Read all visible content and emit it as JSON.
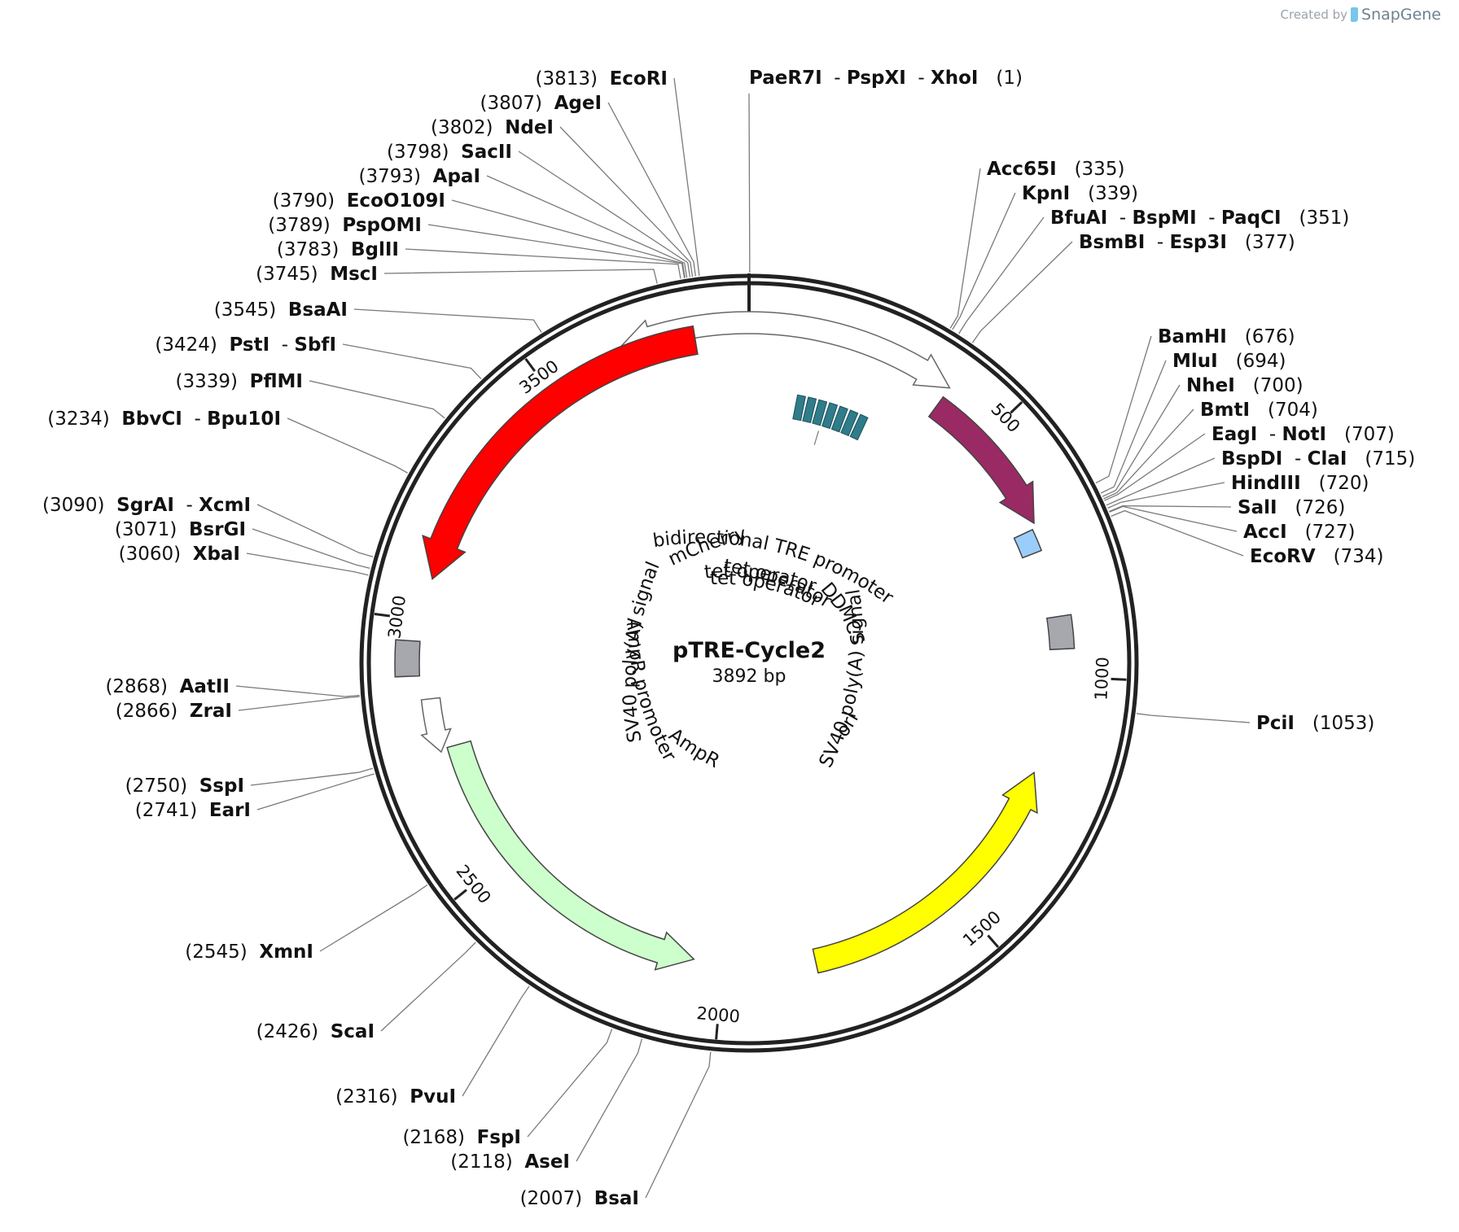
{
  "credit": {
    "prefix": "Created by",
    "brand": "SnapGene"
  },
  "plasmid": {
    "name": "pTRE-Cycle2",
    "length_label": "3892 bp",
    "length": 3892
  },
  "ticks": [
    {
      "pos": 500,
      "label": "500"
    },
    {
      "pos": 1000,
      "label": "1000"
    },
    {
      "pos": 1500,
      "label": "1500"
    },
    {
      "pos": 2000,
      "label": "2000"
    },
    {
      "pos": 2500,
      "label": "2500"
    },
    {
      "pos": 3000,
      "label": "3000"
    },
    {
      "pos": 3500,
      "label": "3500"
    }
  ],
  "features": [
    {
      "name": "bidirectional TRE promoter",
      "start": 3650,
      "end": 390,
      "type": "promoter",
      "direction": "both",
      "color": "#ffffff"
    },
    {
      "name": "DD",
      "start": 390,
      "end": 690,
      "type": "cds",
      "direction": "forward",
      "color": "#9a2a63"
    },
    {
      "name": "MCS",
      "start": 700,
      "end": 745,
      "type": "box",
      "color": "#9acdfa"
    },
    {
      "name": "SV40 poly(A) signal",
      "start": 880,
      "end": 945,
      "type": "box",
      "color": "#a6a8ad"
    },
    {
      "name": "ori",
      "start": 1200,
      "end": 1810,
      "type": "cds",
      "direction": "reverse",
      "color": "#ffff00"
    },
    {
      "name": "AmpR",
      "start": 2060,
      "end": 2750,
      "type": "cds",
      "direction": "reverse",
      "color": "#ccffcc"
    },
    {
      "name": "AmpR promoter",
      "start": 2745,
      "end": 2850,
      "type": "promoter",
      "direction": "reverse",
      "color": "#ffffff"
    },
    {
      "name": "SV40 poly(A) signal",
      "start": 2895,
      "end": 2960,
      "type": "box",
      "color": "#a6a8ad"
    },
    {
      "name": "mCherry",
      "start": 3080,
      "end": 3790,
      "type": "cds",
      "direction": "reverse",
      "color": "#ff0000"
    }
  ],
  "tet_operators": {
    "start": 120,
    "end": 270,
    "count": 7,
    "color": "#2f7c8a",
    "labels": [
      "tet operator",
      "tet operator",
      "tet operator"
    ]
  },
  "sites": [
    {
      "group": [
        {
          "name": "PaeR7I"
        },
        {
          "name": "PspXI"
        },
        {
          "name": "XhoI"
        }
      ],
      "pos_label": "(1)",
      "pos": 1
    },
    {
      "group": [
        {
          "name": "Acc65I"
        }
      ],
      "pos_label": "(335)",
      "pos": 335
    },
    {
      "group": [
        {
          "name": "KpnI"
        }
      ],
      "pos_label": "(339)",
      "pos": 339
    },
    {
      "group": [
        {
          "name": "BfuAI"
        },
        {
          "name": "BspMI"
        },
        {
          "name": "PaqCI"
        }
      ],
      "pos_label": "(351)",
      "pos": 351
    },
    {
      "group": [
        {
          "name": "BsmBI"
        },
        {
          "name": "Esp3I"
        }
      ],
      "pos_label": "(377)",
      "pos": 377
    },
    {
      "group": [
        {
          "name": "BamHI"
        }
      ],
      "pos_label": "(676)",
      "pos": 676
    },
    {
      "group": [
        {
          "name": "MluI"
        }
      ],
      "pos_label": "(694)",
      "pos": 694
    },
    {
      "group": [
        {
          "name": "NheI"
        }
      ],
      "pos_label": "(700)",
      "pos": 700
    },
    {
      "group": [
        {
          "name": "BmtI"
        }
      ],
      "pos_label": "(704)",
      "pos": 704
    },
    {
      "group": [
        {
          "name": "EagI"
        },
        {
          "name": "NotI"
        }
      ],
      "pos_label": "(707)",
      "pos": 707
    },
    {
      "group": [
        {
          "name": "BspDI"
        },
        {
          "name": "ClaI"
        }
      ],
      "pos_label": "(715)",
      "pos": 715
    },
    {
      "group": [
        {
          "name": "HindIII"
        }
      ],
      "pos_label": "(720)",
      "pos": 720
    },
    {
      "group": [
        {
          "name": "SalI"
        }
      ],
      "pos_label": "(726)",
      "pos": 726
    },
    {
      "group": [
        {
          "name": "AccI"
        }
      ],
      "pos_label": "(727)",
      "pos": 727
    },
    {
      "group": [
        {
          "name": "EcoRV"
        }
      ],
      "pos_label": "(734)",
      "pos": 734
    },
    {
      "group": [
        {
          "name": "PciI"
        }
      ],
      "pos_label": "(1053)",
      "pos": 1053
    },
    {
      "group": [
        {
          "name": "BsaI"
        }
      ],
      "pos_label": "(2007)",
      "pos": 2007
    },
    {
      "group": [
        {
          "name": "AseI"
        }
      ],
      "pos_label": "(2118)",
      "pos": 2118
    },
    {
      "group": [
        {
          "name": "FspI"
        }
      ],
      "pos_label": "(2168)",
      "pos": 2168
    },
    {
      "group": [
        {
          "name": "PvuI"
        }
      ],
      "pos_label": "(2316)",
      "pos": 2316
    },
    {
      "group": [
        {
          "name": "ScaI"
        }
      ],
      "pos_label": "(2426)",
      "pos": 2426
    },
    {
      "group": [
        {
          "name": "XmnI"
        }
      ],
      "pos_label": "(2545)",
      "pos": 2545
    },
    {
      "group": [
        {
          "name": "EarI"
        }
      ],
      "pos_label": "(2741)",
      "pos": 2741
    },
    {
      "group": [
        {
          "name": "SspI"
        }
      ],
      "pos_label": "(2750)",
      "pos": 2750
    },
    {
      "group": [
        {
          "name": "ZraI"
        }
      ],
      "pos_label": "(2866)",
      "pos": 2866
    },
    {
      "group": [
        {
          "name": "AatII"
        }
      ],
      "pos_label": "(2868)",
      "pos": 2868
    },
    {
      "group": [
        {
          "name": "XbaI"
        }
      ],
      "pos_label": "(3060)",
      "pos": 3060
    },
    {
      "group": [
        {
          "name": "BsrGI"
        }
      ],
      "pos_label": "(3071)",
      "pos": 3071
    },
    {
      "group": [
        {
          "name": "SgrAI"
        },
        {
          "name": "XcmI"
        }
      ],
      "pos_label": "(3090)",
      "pos": 3090
    },
    {
      "group": [
        {
          "name": "BbvCI"
        },
        {
          "name": "Bpu10I"
        }
      ],
      "pos_label": "(3234)",
      "pos": 3234
    },
    {
      "group": [
        {
          "name": "PflMI"
        }
      ],
      "pos_label": "(3339)",
      "pos": 3339
    },
    {
      "group": [
        {
          "name": "PstI"
        },
        {
          "name": "SbfI"
        }
      ],
      "pos_label": "(3424)",
      "pos": 3424
    },
    {
      "group": [
        {
          "name": "BsaAI"
        }
      ],
      "pos_label": "(3545)",
      "pos": 3545
    },
    {
      "group": [
        {
          "name": "MscI"
        }
      ],
      "pos_label": "(3745)",
      "pos": 3745
    },
    {
      "group": [
        {
          "name": "BglII"
        }
      ],
      "pos_label": "(3783)",
      "pos": 3783
    },
    {
      "group": [
        {
          "name": "PspOMI"
        }
      ],
      "pos_label": "(3789)",
      "pos": 3789
    },
    {
      "group": [
        {
          "name": "EcoO109I"
        }
      ],
      "pos_label": "(3790)",
      "pos": 3790
    },
    {
      "group": [
        {
          "name": "ApaI"
        }
      ],
      "pos_label": "(3793)",
      "pos": 3793
    },
    {
      "group": [
        {
          "name": "SacII"
        }
      ],
      "pos_label": "(3798)",
      "pos": 3798
    },
    {
      "group": [
        {
          "name": "NdeI"
        }
      ],
      "pos_label": "(3802)",
      "pos": 3802
    },
    {
      "group": [
        {
          "name": "AgeI"
        }
      ],
      "pos_label": "(3807)",
      "pos": 3807
    },
    {
      "group": [
        {
          "name": "EcoRI"
        }
      ],
      "pos_label": "(3813)",
      "pos": 3813
    }
  ]
}
